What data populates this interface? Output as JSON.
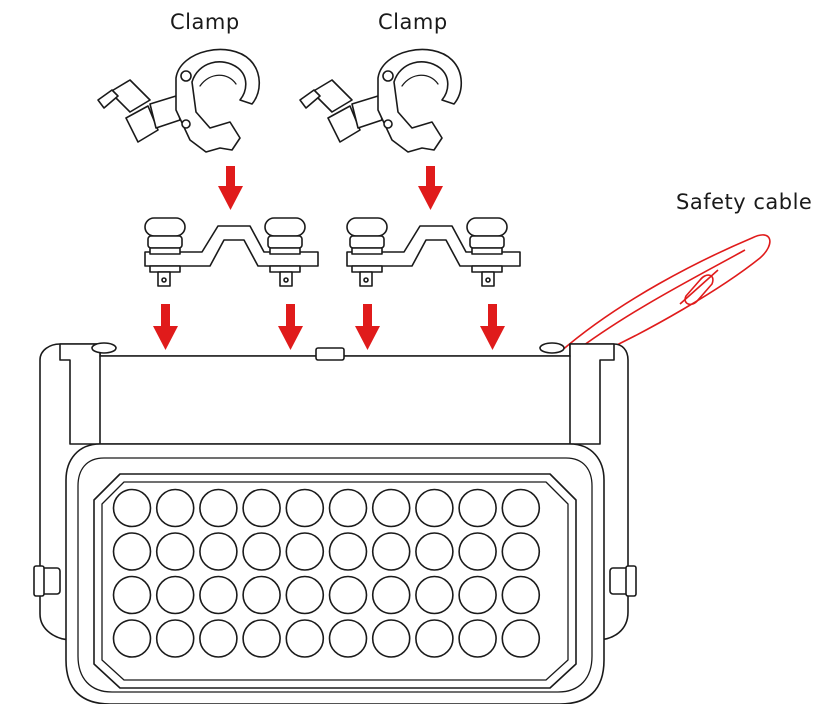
{
  "labels": {
    "clamp_left": "Clamp",
    "clamp_right": "Clamp",
    "safety_cable": "Safety cable"
  },
  "led_grid": {
    "rows": 4,
    "cols": 10
  },
  "colors": {
    "arrow": "#e01b1b",
    "cable": "#e01b1b",
    "line": "#1a1a1a"
  }
}
